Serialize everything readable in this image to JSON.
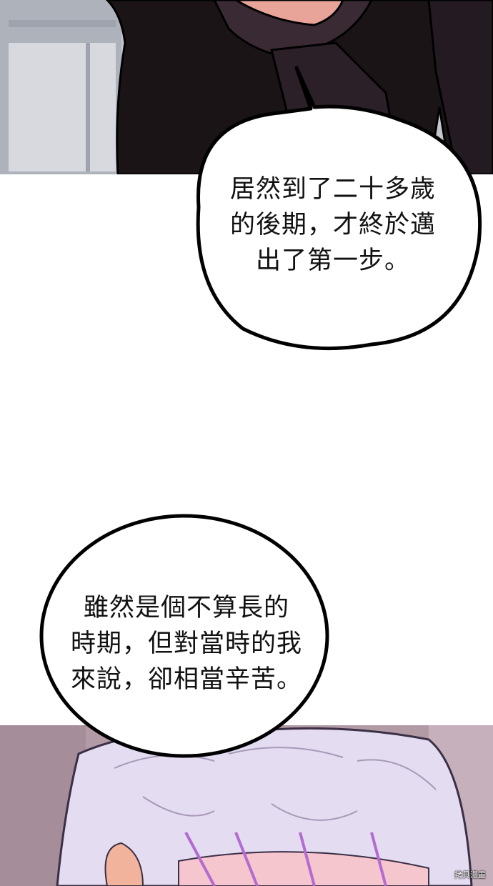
{
  "bubble1": {
    "text": "居然到了二十多歲\n的後期，才終於邁\n出了第一步。"
  },
  "bubble2": {
    "text": "雖然是個不算長的\n時期，但對當時的我\n來說，卻相當辛苦。"
  },
  "watermark": {
    "text": "拷貝漫畫"
  },
  "colors": {
    "hair_dark": "#1a1416",
    "top_bg": "#c9ccd3",
    "hair_light": "#e4dcf0",
    "skin": "#f2b39c",
    "bottom_bg": "#b9a4ad"
  }
}
